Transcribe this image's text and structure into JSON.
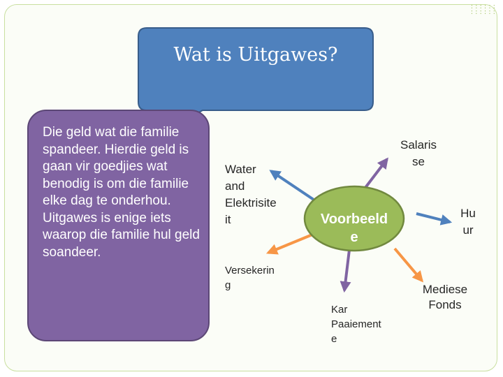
{
  "slide": {
    "title": "Wat is Uitgawes?",
    "definition": "Die geld wat die familie spandeer. Hierdie geld is gaan vir goedjies wat benodig is om die familie elke dag te onderhou. Uitgawes is enige iets waarop die familie hul geld soandeer.",
    "center_label": "Voorbeeld\ne",
    "branches": [
      {
        "label": "Water\nand\nElektrisite\nit",
        "color": "#4f81bd"
      },
      {
        "label": "Salaris\nse",
        "color": "#8064a2"
      },
      {
        "label": "Hu\nur",
        "color": "#4f81bd"
      },
      {
        "label": "Versekerin\ng",
        "color": "#f79646"
      },
      {
        "label": "Kar\nPaaiement\ne",
        "color": "#8064a2"
      },
      {
        "label": "Mediese\nFonds",
        "color": "#f79646"
      }
    ]
  },
  "colors": {
    "callout_fill": "#4f81bd",
    "definition_fill": "#8064a2",
    "center_fill": "#9bbb59",
    "frame_accent": "#c9dfa0"
  }
}
